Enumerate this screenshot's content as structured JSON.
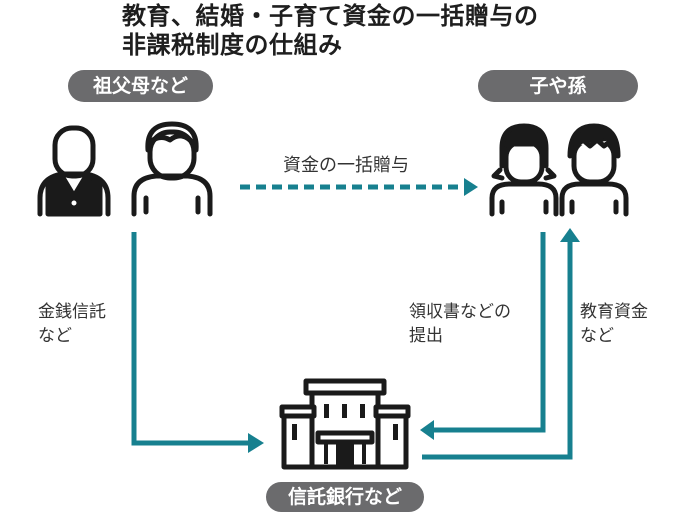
{
  "title": {
    "line1": "教育、結婚・子育て資金の一括贈与の",
    "line2": "非課税制度の仕組み"
  },
  "nodes": {
    "grandparents": {
      "label": "祖父母など",
      "icon": "grandparents-icon"
    },
    "children": {
      "label": "子や孫",
      "icon": "children-icon"
    },
    "bank": {
      "label": "信託銀行など",
      "icon": "bank-building-icon"
    }
  },
  "flows": {
    "gift": {
      "label": "資金の一括贈与",
      "style": "dashed"
    },
    "trust": {
      "line1": "金銭信託",
      "line2": "など"
    },
    "receipt": {
      "line1": "領収書などの",
      "line2": "提出"
    },
    "education": {
      "line1": "教育資金",
      "line2": "など"
    }
  },
  "colors": {
    "arrow": "#17808f",
    "pill": "#6b6b6d",
    "icon": "#1a1a1a"
  }
}
